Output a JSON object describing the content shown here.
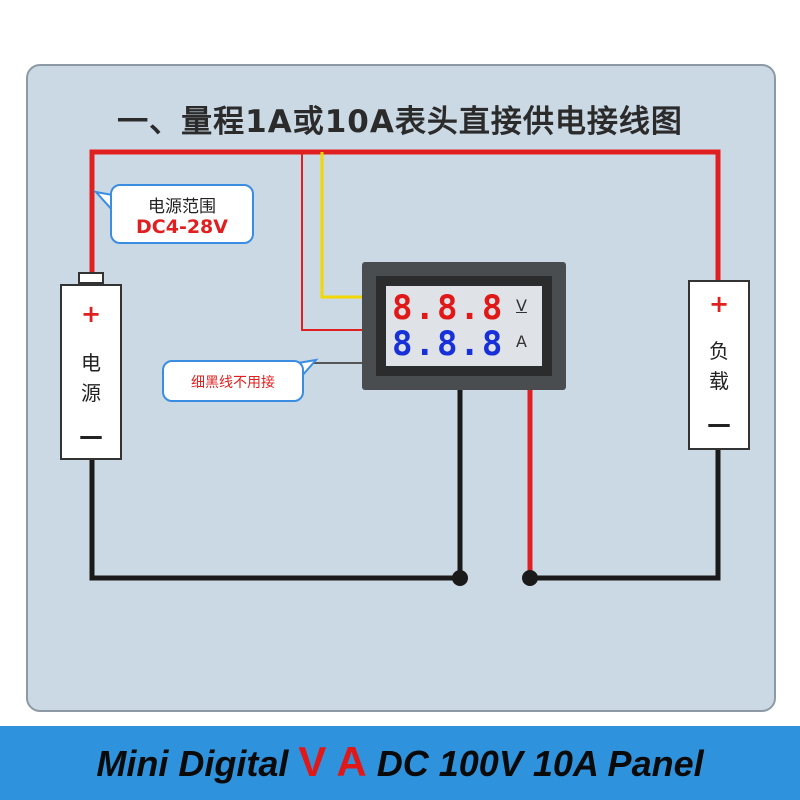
{
  "diagram": {
    "title": "一、量程1A或10A表头直接供电接线图",
    "power_source": {
      "plus": "+",
      "label_line1": "电",
      "label_line2": "源",
      "minus": "—"
    },
    "load": {
      "plus": "+",
      "label_line1": "负",
      "label_line2": "载",
      "minus": "—"
    },
    "meter": {
      "voltage_digits": "8.8.8",
      "voltage_unit": "V",
      "current_digits": "8.8.8",
      "current_unit": "A"
    },
    "range_callout": {
      "line1": "电源范围",
      "line2": "DC4-28V"
    },
    "thin_wire_note": "细黑线不用接",
    "colors": {
      "red_wire": "#e02020",
      "yellow_wire": "#f2d800",
      "black_wire": "#1a1a1a",
      "thin_wire": "#555555",
      "callout_border": "#3a8de0"
    }
  },
  "banner": {
    "text_before": "Mini Digital ",
    "accent_v": "V",
    "accent_a": "A",
    "text_after": " DC 100V 10A Panel",
    "background": "#2e93dc"
  }
}
